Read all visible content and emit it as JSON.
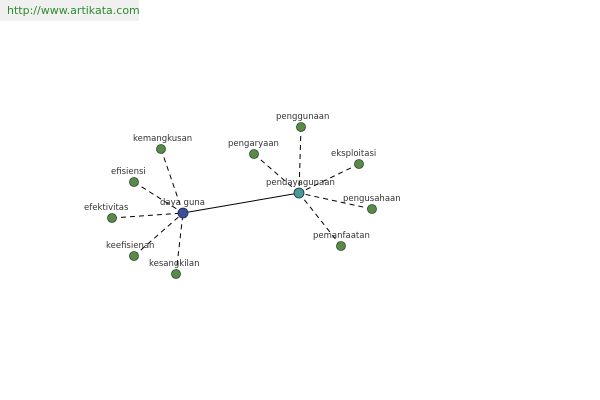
{
  "watermark": {
    "text": "http://www.artikata.com"
  },
  "colors": {
    "leaf": "#5a8a4a",
    "hub_a": "#3a4f9a",
    "hub_b": "#4a9a96",
    "edge": "#000000",
    "leaf_stroke": "#2b4a22"
  },
  "graph": {
    "hubs": [
      {
        "id": "dayaguna",
        "label": "daya guna"
      },
      {
        "id": "pendayagunaan",
        "label": "pendayagunaan"
      }
    ],
    "leaves": [
      {
        "id": "kemangkusan",
        "label": "kemangkusan",
        "hub": "dayaguna"
      },
      {
        "id": "efisiensi",
        "label": "efisiensi",
        "hub": "dayaguna"
      },
      {
        "id": "efektivitas",
        "label": "efektivitas",
        "hub": "dayaguna"
      },
      {
        "id": "keefisienan",
        "label": "keefisienan",
        "hub": "dayaguna"
      },
      {
        "id": "kesangkilan",
        "label": "kesangkilan",
        "hub": "dayaguna"
      },
      {
        "id": "penggunaan",
        "label": "penggunaan",
        "hub": "pendayagunaan"
      },
      {
        "id": "pengaryaan",
        "label": "pengaryaan",
        "hub": "pendayagunaan"
      },
      {
        "id": "eksploitasi",
        "label": "eksploitasi",
        "hub": "pendayagunaan"
      },
      {
        "id": "pengusahaan",
        "label": "pengusahaan",
        "hub": "pendayagunaan"
      },
      {
        "id": "pemanfaatan",
        "label": "pemanfaatan",
        "hub": "pendayagunaan"
      }
    ]
  }
}
